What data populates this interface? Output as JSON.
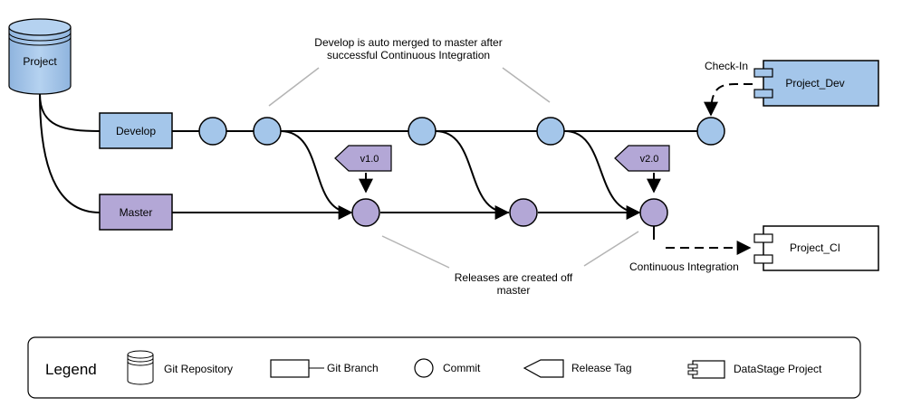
{
  "repo": {
    "label": "Project"
  },
  "branches": {
    "develop": "Develop",
    "master": "Master"
  },
  "tags": {
    "v1": "v1.0",
    "v2": "v2.0"
  },
  "projects": {
    "dev": "Project_Dev",
    "ci": "Project_CI"
  },
  "annotations": {
    "merge_line1": "Develop is auto merged to master after",
    "merge_line2": "successful Continuous Integration",
    "release_line1": "Releases are created off",
    "release_line2": "master",
    "checkin": "Check-In",
    "ci": "Continuous Integration"
  },
  "legend": {
    "title": "Legend",
    "repo": "Git Repository",
    "branch": "Git Branch",
    "commit": "Commit",
    "tag": "Release Tag",
    "project": "DataStage Project"
  },
  "colors": {
    "blue": "#a4c6ea",
    "purple": "#b3a7d6",
    "stroke": "#000000",
    "annotation_line": "#b4b4b4"
  }
}
